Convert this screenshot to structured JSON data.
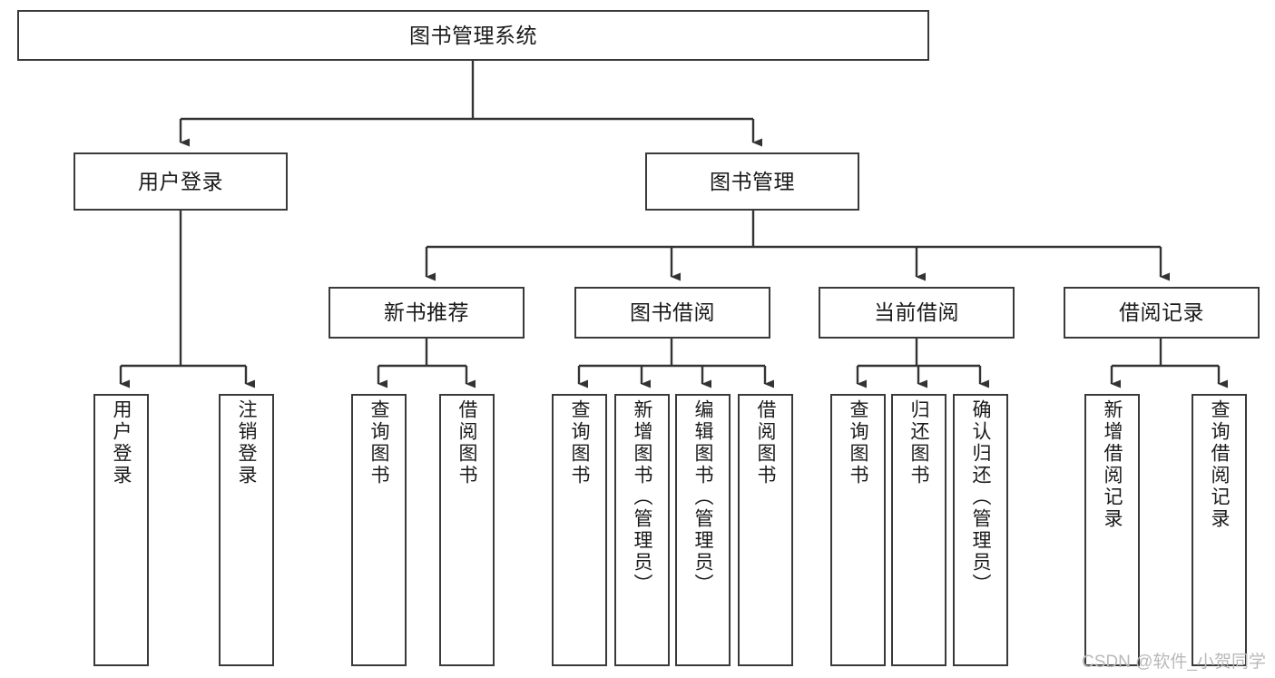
{
  "diagram": {
    "title": "图书管理系统",
    "type": "tree-hierarchy-chart",
    "colors": {
      "box_border": "#3a3a3a",
      "box_fill": "#ffffff",
      "connector": "#333333",
      "text": "#1a1a1a",
      "watermark": "#b9b9b9",
      "background": "#ffffff"
    },
    "root": {
      "label": "图书管理系统"
    },
    "level2": [
      {
        "label": "用户登录"
      },
      {
        "label": "图书管理"
      }
    ],
    "level3": [
      {
        "label": "新书推荐"
      },
      {
        "label": "图书借阅"
      },
      {
        "label": "当前借阅"
      },
      {
        "label": "借阅记录"
      }
    ],
    "leaves": {
      "user_login": [
        {
          "label": "用户登录"
        },
        {
          "label": "注销登录"
        }
      ],
      "new_book_recommend": [
        {
          "label": "查询图书"
        },
        {
          "label": "借阅图书"
        }
      ],
      "book_borrow": [
        {
          "label": "查询图书"
        },
        {
          "label": "新增图书（管理员）"
        },
        {
          "label": "编辑图书（管理员）"
        },
        {
          "label": "借阅图书"
        }
      ],
      "current_borrow": [
        {
          "label": "查询图书"
        },
        {
          "label": "归还图书"
        },
        {
          "label": "确认归还（管理员）"
        }
      ],
      "borrow_record": [
        {
          "label": "新增借阅记录"
        },
        {
          "label": "查询借阅记录"
        }
      ]
    }
  },
  "watermark": {
    "text": "CSDN @软件_小贺同学"
  }
}
